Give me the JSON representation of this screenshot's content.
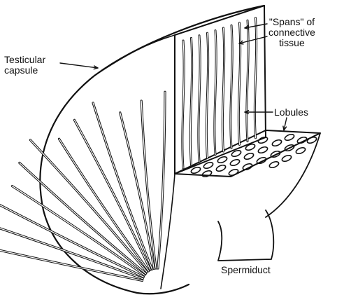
{
  "labels": {
    "testicular_capsule": [
      "Testicular",
      "capsule"
    ],
    "spans": [
      "\"Spans\" of",
      "connective",
      "tissue"
    ],
    "lobules": "Lobules",
    "spermiduct": "Spermiduct"
  },
  "colors": {
    "ink": "#111111",
    "background": "#ffffff"
  }
}
